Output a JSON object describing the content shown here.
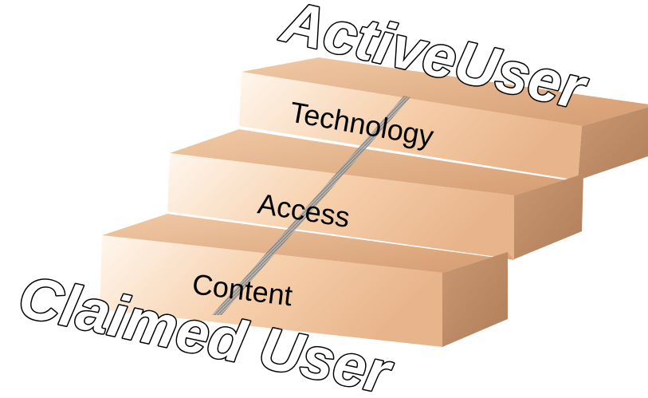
{
  "titles": {
    "top": "ActiveUser",
    "bottom": "Claimed User"
  },
  "steps": [
    {
      "label": "Content"
    },
    {
      "label": "Access"
    },
    {
      "label": "Technology"
    }
  ],
  "colors": {
    "top_face_light": "#fbe3cd",
    "top_face_dark": "#dca37a",
    "front_face_light": "#fff2e6",
    "front_face_dark": "#e8b48c",
    "side_face": "#c2916b",
    "diagonal_stripe": "#8c8c8c"
  }
}
